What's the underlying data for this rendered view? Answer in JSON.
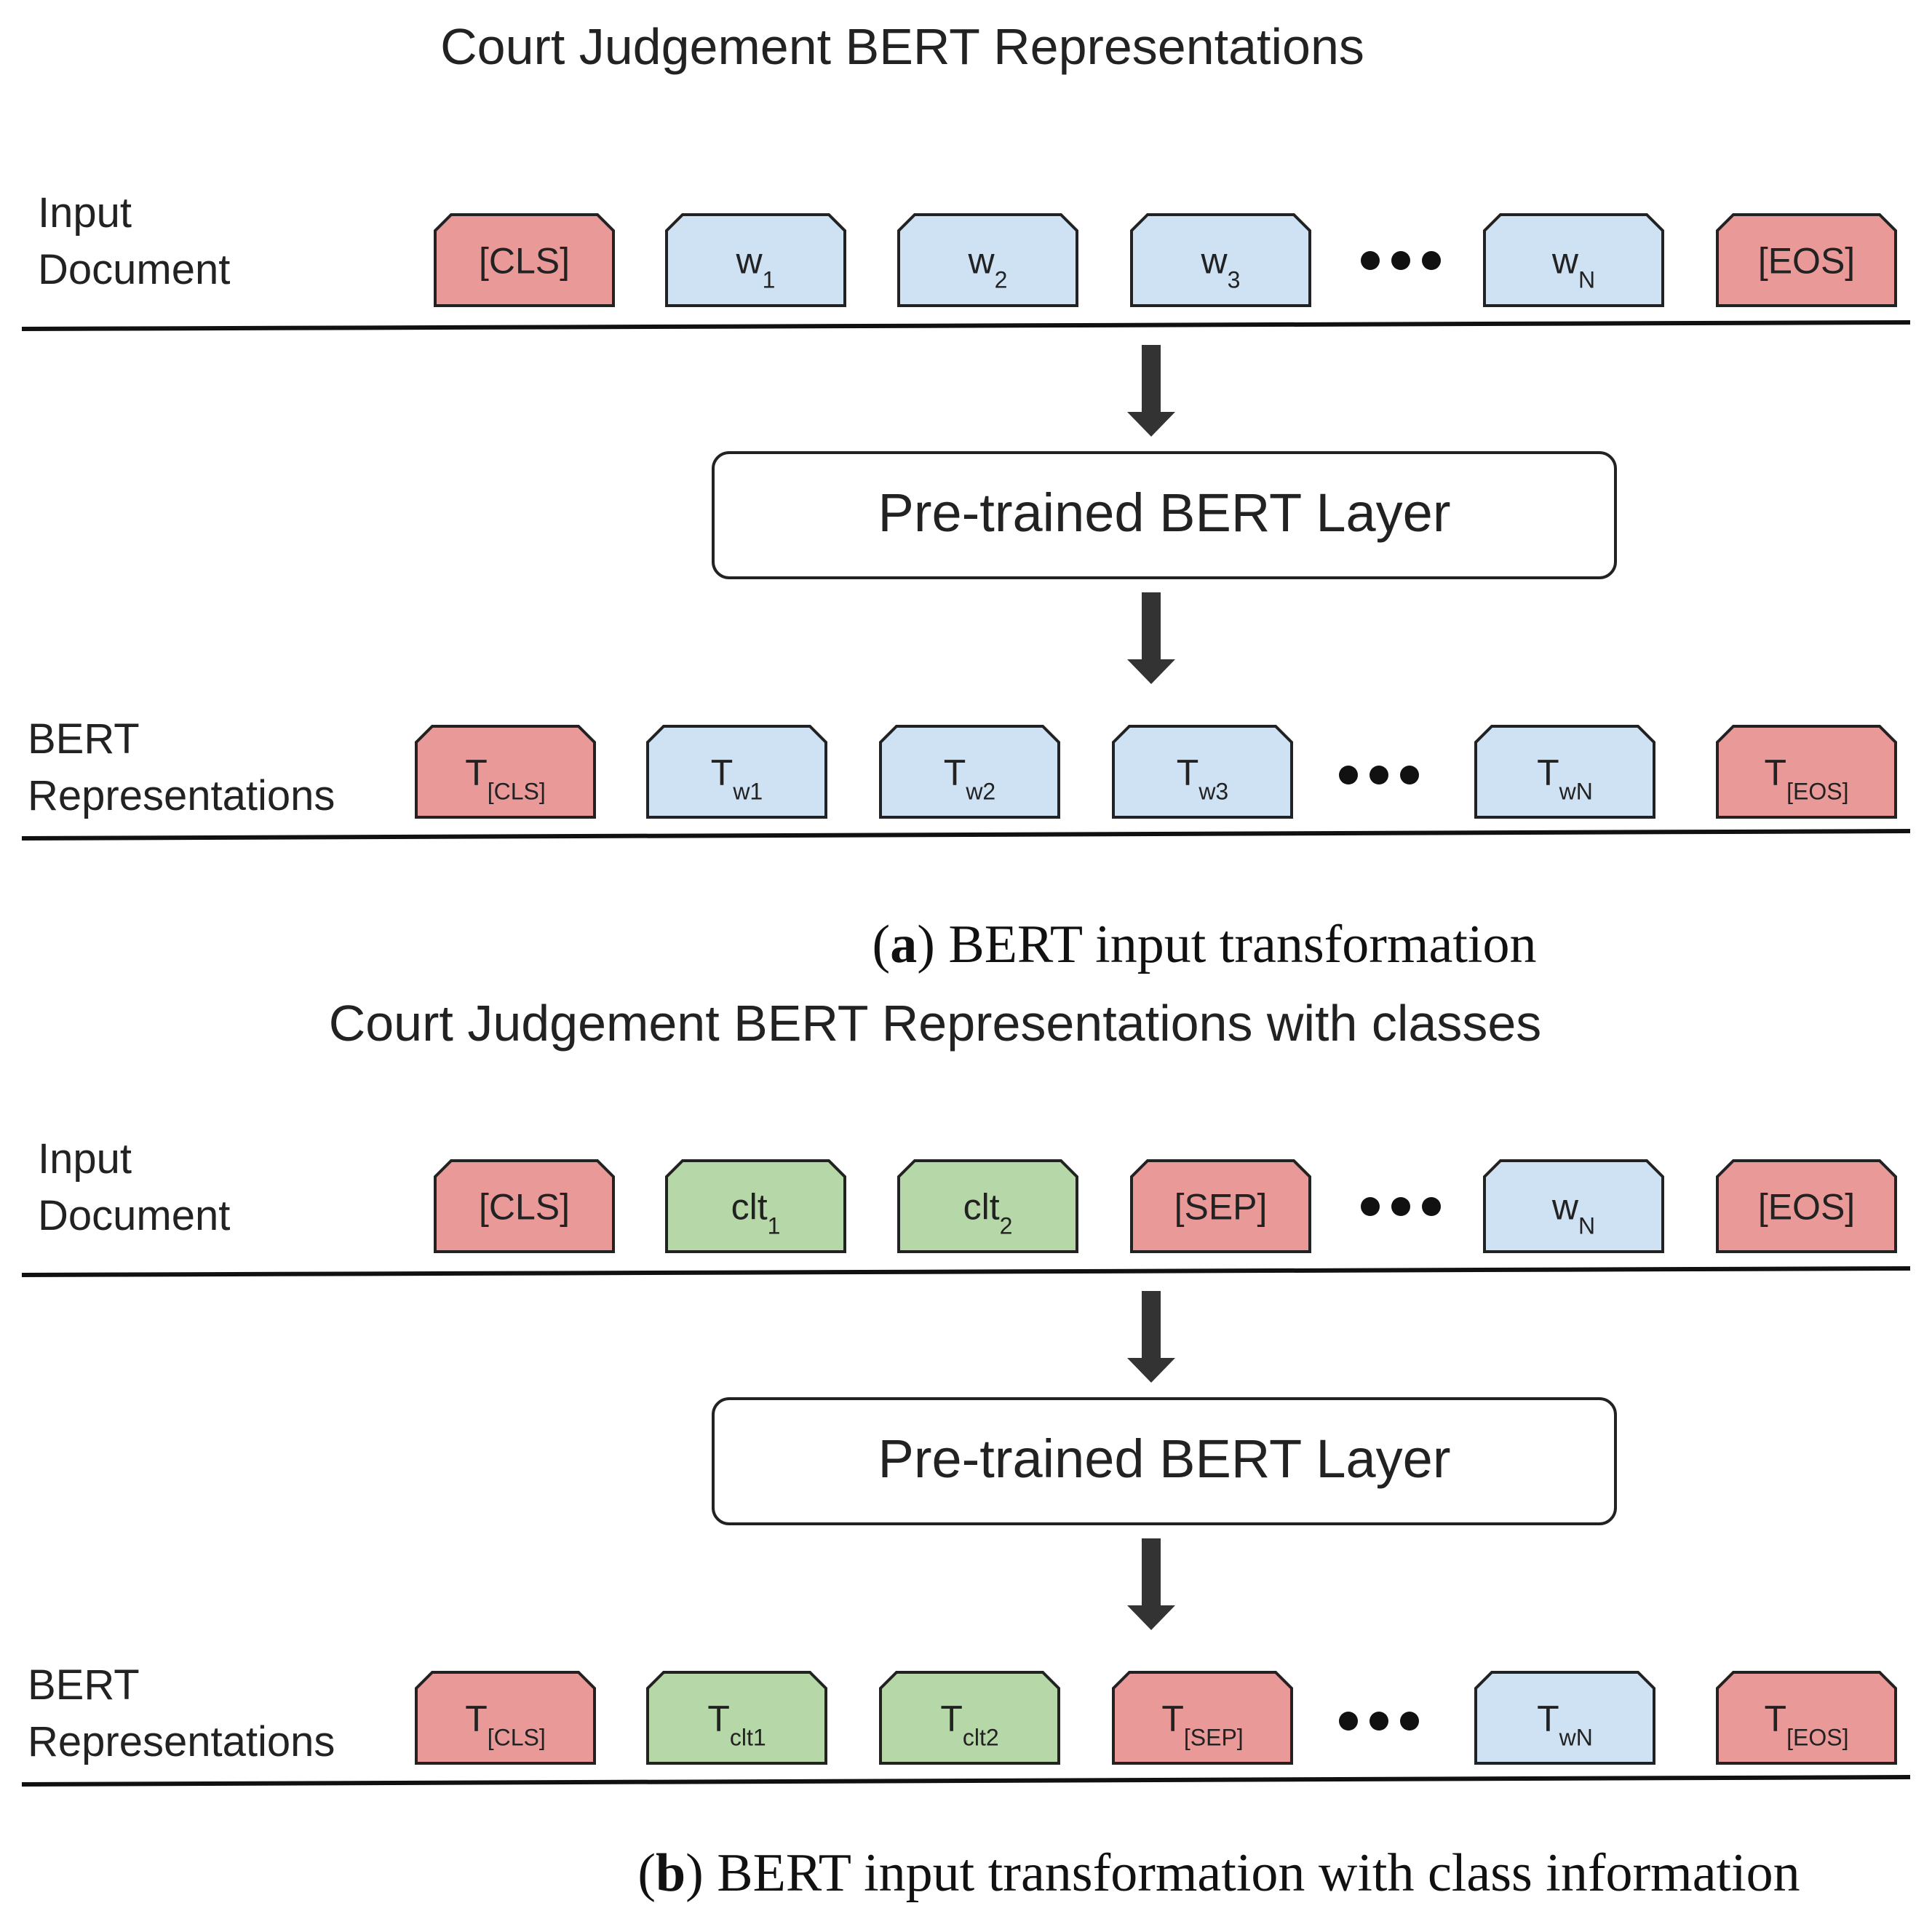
{
  "colors": {
    "special": "#ea9999",
    "word": "#cfe2f3",
    "class": "#b6d7a8",
    "stroke": "#222222",
    "arrow": "#333333"
  },
  "panels": [
    {
      "title": "Court Judgement BERT Representations",
      "caption_label": "a",
      "caption_text": "BERT input transformation",
      "input_label": [
        "Input",
        "Document"
      ],
      "output_label": [
        "BERT",
        "Representations"
      ],
      "layer_label": "Pre-trained BERT Layer",
      "ellipsis": "•••",
      "inputs": [
        {
          "main": "[CLS]",
          "sub": "",
          "kind": "special"
        },
        {
          "main": "w",
          "sub": "1",
          "kind": "word"
        },
        {
          "main": "w",
          "sub": "2",
          "kind": "word"
        },
        {
          "main": "w",
          "sub": "3",
          "kind": "word"
        },
        {
          "main": "w",
          "sub": "N",
          "kind": "word"
        },
        {
          "main": "[EOS]",
          "sub": "",
          "kind": "special"
        }
      ],
      "outputs": [
        {
          "main": "T",
          "sub": "[CLS]",
          "kind": "special"
        },
        {
          "main": "T",
          "sub": "w1",
          "kind": "word"
        },
        {
          "main": "T",
          "sub": "w2",
          "kind": "word"
        },
        {
          "main": "T",
          "sub": "w3",
          "kind": "word"
        },
        {
          "main": "T",
          "sub": "wN",
          "kind": "word"
        },
        {
          "main": "T",
          "sub": "[EOS]",
          "kind": "special"
        }
      ]
    },
    {
      "title": "Court Judgement BERT Representations with classes",
      "caption_label": "b",
      "caption_text": "BERT input transformation with class information",
      "input_label": [
        "Input",
        "Document"
      ],
      "output_label": [
        "BERT",
        "Representations"
      ],
      "layer_label": "Pre-trained BERT Layer",
      "ellipsis": "•••",
      "inputs": [
        {
          "main": "[CLS]",
          "sub": "",
          "kind": "special"
        },
        {
          "main": "clt",
          "sub": "1",
          "kind": "class"
        },
        {
          "main": "clt",
          "sub": "2",
          "kind": "class"
        },
        {
          "main": "[SEP]",
          "sub": "",
          "kind": "special"
        },
        {
          "main": "w",
          "sub": "N",
          "kind": "word"
        },
        {
          "main": "[EOS]",
          "sub": "",
          "kind": "special"
        }
      ],
      "outputs": [
        {
          "main": "T",
          "sub": "[CLS]",
          "kind": "special"
        },
        {
          "main": "T",
          "sub": "clt1",
          "kind": "class"
        },
        {
          "main": "T",
          "sub": "clt2",
          "kind": "class"
        },
        {
          "main": "T",
          "sub": "[SEP]",
          "kind": "special"
        },
        {
          "main": "T",
          "sub": "wN",
          "kind": "word"
        },
        {
          "main": "T",
          "sub": "[EOS]",
          "kind": "special"
        }
      ]
    }
  ]
}
